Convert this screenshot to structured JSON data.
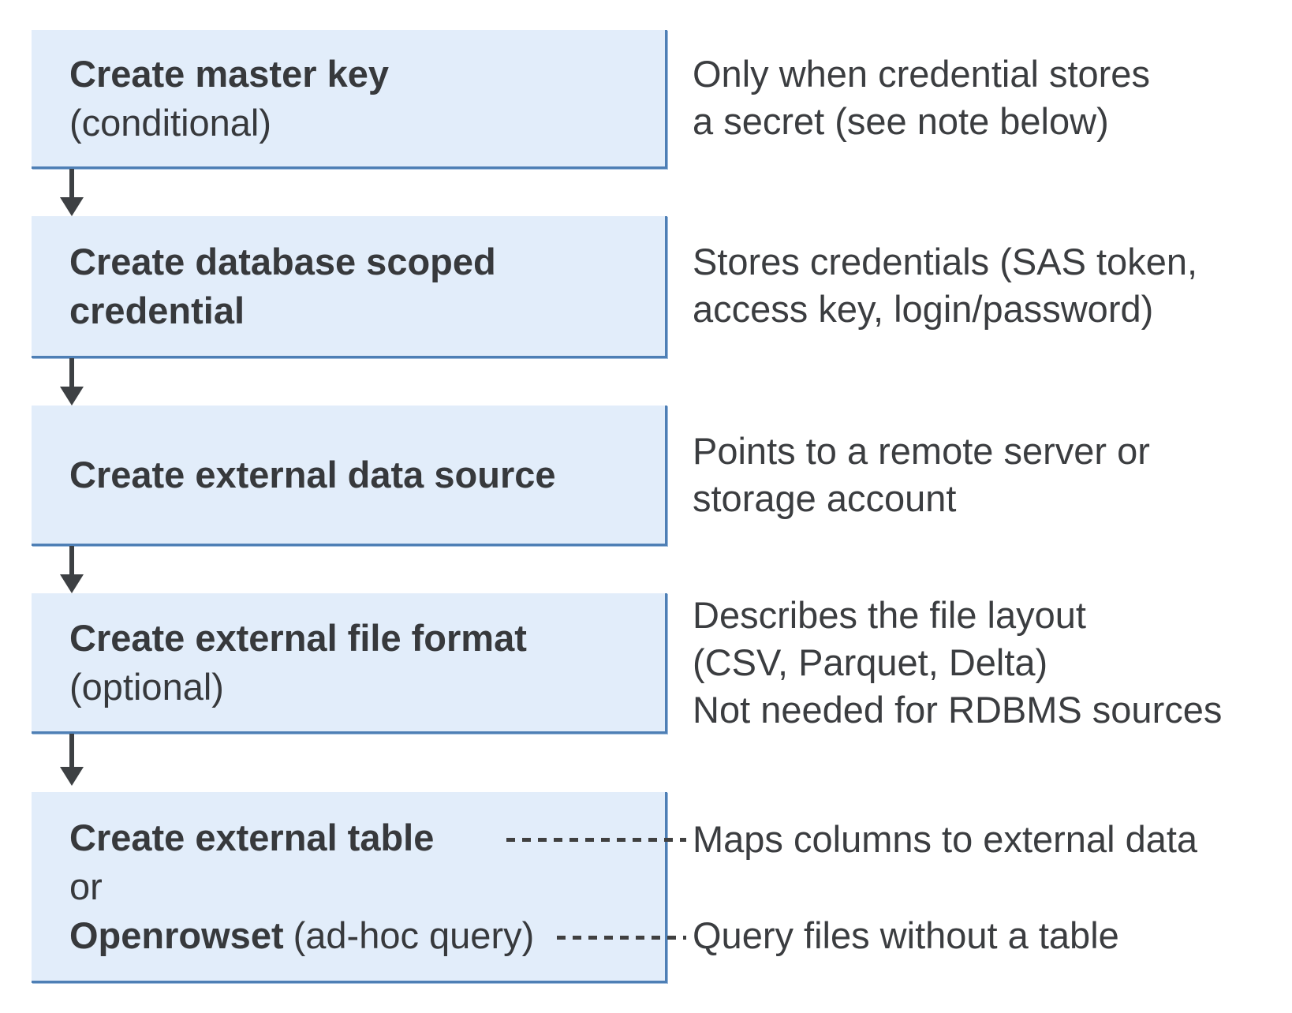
{
  "diagram": {
    "description": "Flowchart of steps to access external data",
    "colors": {
      "box_fill": "#e2edfa",
      "box_border": "#4e7fb5",
      "arrow": "#3d4043",
      "text": "#37393c",
      "dash": "#404040"
    },
    "boxes": {
      "box1": {
        "title": "Create master key",
        "subtitle": "(conditional)"
      },
      "box2": {
        "title_line1": "Create database scoped",
        "title_line2": "credential"
      },
      "box3": {
        "title": "Create external data source"
      },
      "box4": {
        "title": "Create external file format",
        "subtitle": "(optional)"
      },
      "box5": {
        "title": "Create external table",
        "or_label": "or",
        "alt_title": "Openrowset",
        "alt_suffix": "(ad-hoc query)"
      }
    },
    "notes": {
      "note1": {
        "line1": "Only when credential stores",
        "line2": "a secret (see note below)"
      },
      "note2": {
        "line1": "Stores credentials (SAS token,",
        "line2": "access key, login/password)"
      },
      "note3": {
        "line1": "Points to a remote server or",
        "line2": "storage account"
      },
      "note4": {
        "line1": "Describes the file layout",
        "line2": "(CSV, Parquet, Delta)",
        "line3": "Not needed for RDBMS sources"
      },
      "note5": {
        "line1": "Maps columns to external data"
      },
      "note6": {
        "line1": "Query files without a table"
      }
    }
  }
}
